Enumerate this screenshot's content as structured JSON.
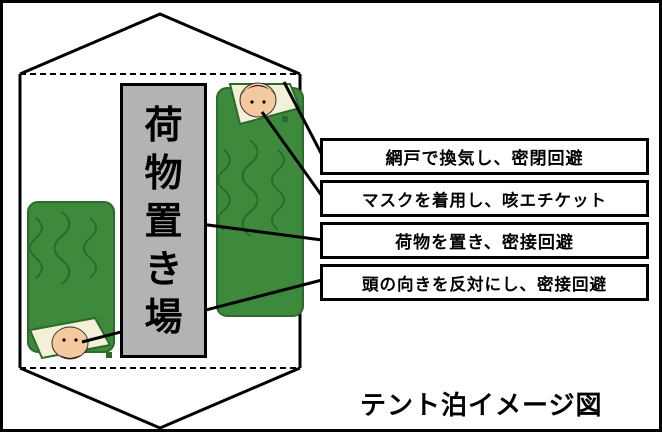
{
  "storage": {
    "chars": [
      "荷",
      "物",
      "置",
      "き",
      "場"
    ]
  },
  "labels": [
    {
      "text": "網戸で換気し、密閉回避"
    },
    {
      "text": "マスクを着用し、咳エチケット"
    },
    {
      "text": "荷物を置き、密接回避"
    },
    {
      "text": "頭の向きを反対にし、密接回避"
    }
  ],
  "caption": "テント泊イメージ図",
  "colors": {
    "bag_green": "#3e8a3c",
    "bag_dark": "#2c6a2c",
    "storage_gray": "#b3b3b3",
    "outline": "#000000"
  }
}
